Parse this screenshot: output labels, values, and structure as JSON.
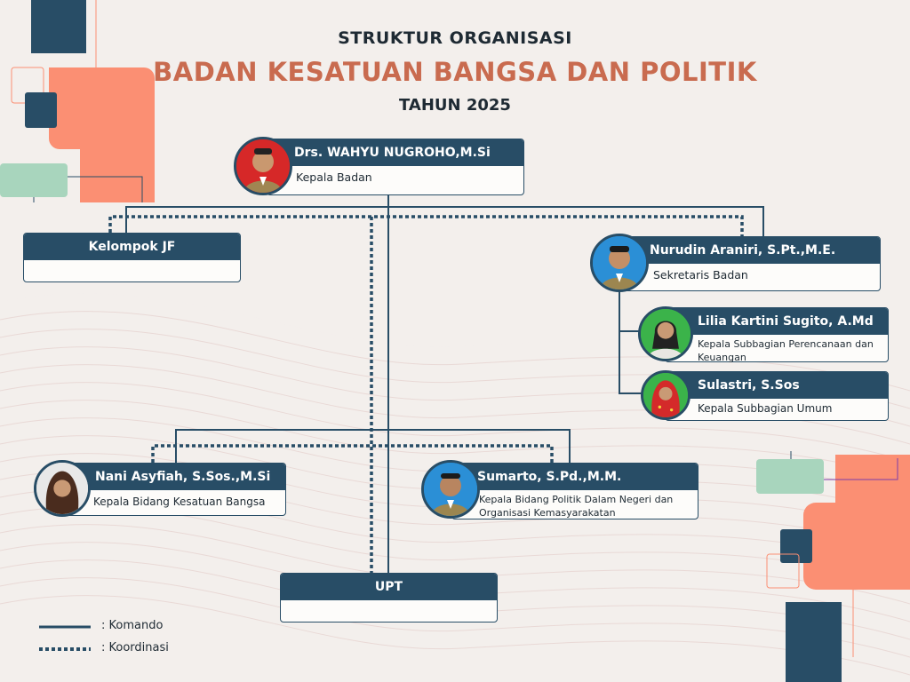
{
  "header": {
    "line1": "STRUKTUR ORGANISASI",
    "line2": "BADAN KESATUAN BANGSA DAN POLITIK",
    "line3": "TAHUN 2025"
  },
  "nodes": {
    "kepala": {
      "name": "Drs. WAHYU NUGROHO,M.Si",
      "role": "Kepala Badan",
      "photo_bg": "#d62828"
    },
    "kelompok_jf": {
      "name": "Kelompok JF"
    },
    "sekretaris": {
      "name": "Nurudin Araniri, S.Pt.,M.E.",
      "role": "Sekretaris Badan",
      "photo_bg": "#2b8fd6"
    },
    "perencanaan": {
      "name": "Lilia Kartini Sugito, A.Md",
      "role": "Kepala Subbagian Perencanaan dan Keuangan",
      "photo_bg": "#3bb34a"
    },
    "umum": {
      "name": "Sulastri, S.Sos",
      "role": "Kepala Subbagian Umum",
      "photo_bg": "#3bb34a"
    },
    "kesatuan": {
      "name": "Nani Asyfiah, S.Sos.,M.Si",
      "role": "Kepala Bidang Kesatuan Bangsa",
      "photo_bg": "#e8e8e8"
    },
    "politik": {
      "name": "Sumarto, S.Pd.,M.M.",
      "role": "Kepala Bidang Politik Dalam Negeri dan Organisasi Kemasyarakatan",
      "photo_bg": "#2b8fd6"
    },
    "upt": {
      "name": "UPT"
    }
  },
  "legend": {
    "komando": ": Komando",
    "koordinasi": ": Koordinasi"
  },
  "colors": {
    "navy": "#284d66",
    "salmon": "#fb8f73",
    "mint": "#a8d5bd",
    "title_accent": "#c96b4f"
  }
}
